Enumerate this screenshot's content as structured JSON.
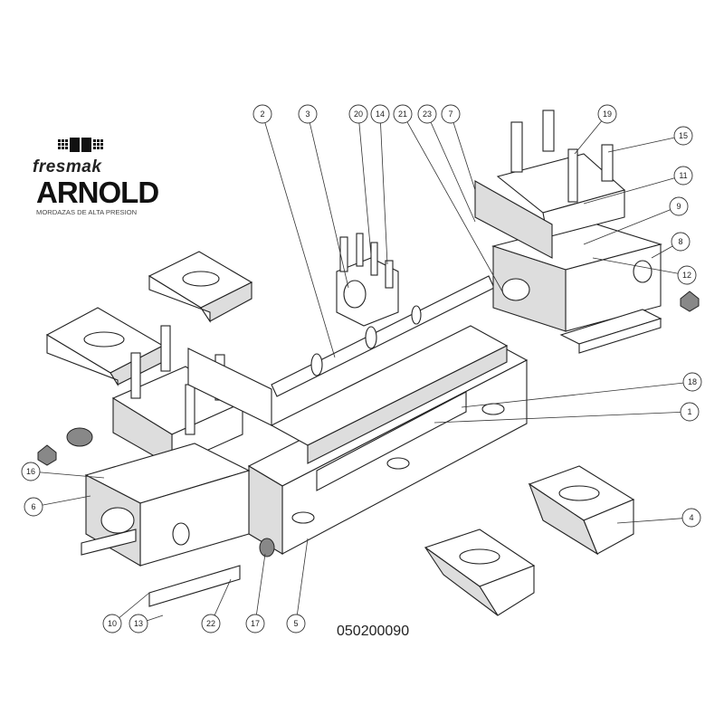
{
  "logo": {
    "brand": "fresmak",
    "name": "ARNOLD",
    "tagline": "MORDAZAS DE ALTA PRESION"
  },
  "part_code": "050200090",
  "callouts": [
    {
      "label": "2"
    },
    {
      "label": "3"
    },
    {
      "label": "20"
    },
    {
      "label": "14"
    },
    {
      "label": "21"
    },
    {
      "label": "23"
    },
    {
      "label": "7"
    },
    {
      "label": "19"
    },
    {
      "label": "15"
    },
    {
      "label": "11"
    },
    {
      "label": "9"
    },
    {
      "label": "8"
    },
    {
      "label": "12"
    },
    {
      "label": "18"
    },
    {
      "label": "1"
    },
    {
      "label": "4"
    },
    {
      "label": "16"
    },
    {
      "label": "6"
    },
    {
      "label": "10"
    },
    {
      "label": "13"
    },
    {
      "label": "22"
    },
    {
      "label": "17"
    },
    {
      "label": "5"
    }
  ]
}
